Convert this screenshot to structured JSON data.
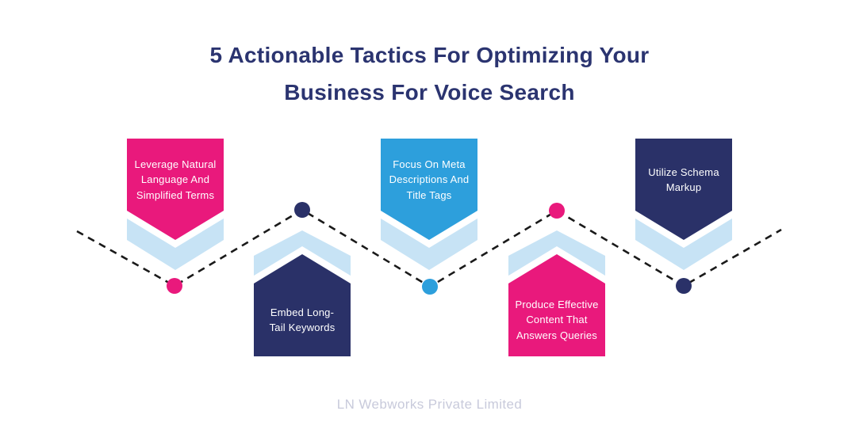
{
  "title": {
    "lines": [
      "5 Actionable Tactics For Optimizing Your",
      "Business For Voice Search"
    ]
  },
  "footer": {
    "text": "LN Webworks Private Limited"
  },
  "colors": {
    "background": "#ffffff",
    "title_text": "#2b3470",
    "pink": "#e9197c",
    "navy": "#2a3168",
    "blue": "#2d9fdc",
    "light_blue": "#c7e3f5",
    "banner_text": "#ffffff",
    "dashed_line": "#1a1a1a",
    "footer_text": "#c8cadb"
  },
  "banners": [
    {
      "index": 1,
      "direction": "down",
      "color": "#e9197c",
      "lines": [
        "Leverage Natural",
        "Language And",
        "Simplified Terms"
      ]
    },
    {
      "index": 2,
      "direction": "up",
      "color": "#2a3168",
      "lines": [
        "Embed Long-",
        "Tail Keywords"
      ]
    },
    {
      "index": 3,
      "direction": "down",
      "color": "#2d9fdc",
      "lines": [
        "Focus On Meta",
        "Descriptions And",
        "Title Tags"
      ]
    },
    {
      "index": 4,
      "direction": "up",
      "color": "#e9197c",
      "lines": [
        "Produce Effective",
        "Content That",
        "Answers Queries"
      ]
    },
    {
      "index": 5,
      "direction": "down",
      "color": "#2a3168",
      "lines": [
        "Utilize Schema",
        "Markup"
      ]
    }
  ]
}
